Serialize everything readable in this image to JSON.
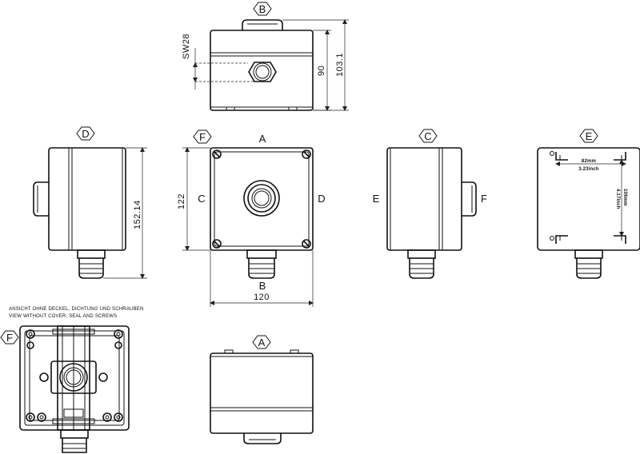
{
  "views": {
    "b": {
      "label": "B",
      "dim_hex": "SW28",
      "dim_height": "90",
      "dim_height_total": "103.1"
    },
    "d": {
      "label": "D",
      "dim_height": "152.14"
    },
    "front": {
      "label_top": "F",
      "face_top": "A",
      "face_left": "C",
      "face_right": "D",
      "face_bottom": "B",
      "dim_height": "122",
      "dim_width": "120"
    },
    "c": {
      "label": "C",
      "face_left": "E",
      "face_right": "F"
    },
    "e": {
      "label": "E",
      "dim_horizontal": "82mm",
      "dim_horizontal_inch": "3.23inch",
      "dim_vertical": "106mm",
      "dim_vertical_inch": "4.17inch"
    },
    "f_interior": {
      "label": "F",
      "caption_de": "ANSICHT OHNE DECKEL, DICHTUNG UND SCHRAUBEN",
      "caption_en": "VIEW WITHOUT COVER, SEAL AND SCREWS"
    },
    "a": {
      "label": "A"
    }
  }
}
